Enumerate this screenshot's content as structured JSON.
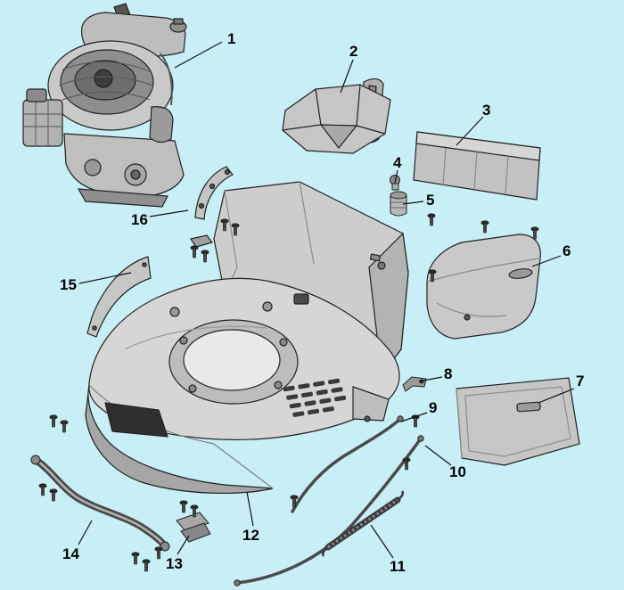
{
  "diagram": {
    "type": "exploded-parts-diagram",
    "subject": "walk-behind lawn mower deck, engine and hardware exploded view",
    "colors": {
      "background": "#c8eff6",
      "line_art": "#1f1f1f",
      "fill_light": "#d6d6d6",
      "fill_mid": "#b3b3b3",
      "fill_dark": "#3a3a3a"
    },
    "labels": [
      {
        "text": "1"
      },
      {
        "text": "2"
      },
      {
        "text": "3"
      },
      {
        "text": "4"
      },
      {
        "text": "5"
      },
      {
        "text": "6"
      },
      {
        "text": "7"
      },
      {
        "text": "8"
      },
      {
        "text": "9"
      },
      {
        "text": "10"
      },
      {
        "text": "11"
      },
      {
        "text": "12"
      },
      {
        "text": "13"
      },
      {
        "text": "14"
      },
      {
        "text": "15"
      },
      {
        "text": "16"
      }
    ]
  }
}
